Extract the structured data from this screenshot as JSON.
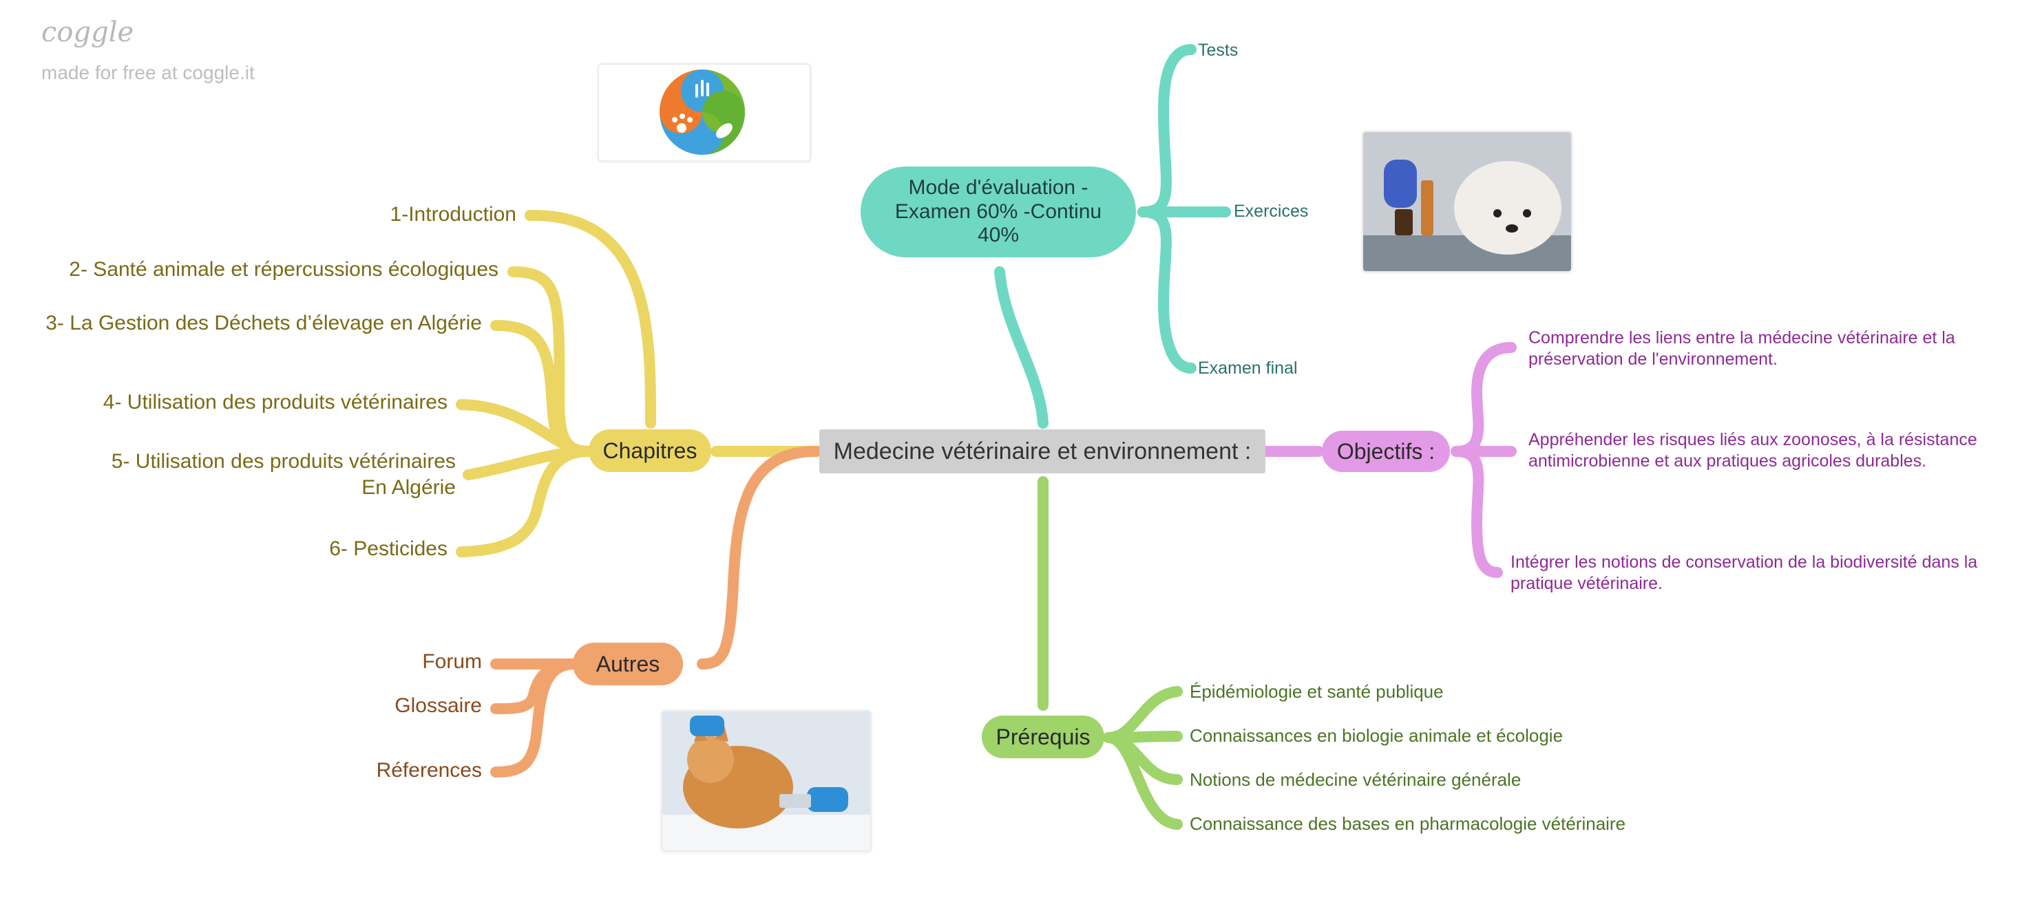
{
  "brand": {
    "name": "coggle",
    "tagline": "made for free at coggle.it"
  },
  "colors": {
    "chapitres": "#ebd663",
    "chapitres_text": "#7a6a17",
    "eval": "#6fd8c3",
    "eval_text": "#27736a",
    "objectifs": "#e29ae6",
    "objectifs_text": "#8e2a96",
    "prerequis": "#9ed46a",
    "prerequis_text": "#4b7424",
    "autres": "#f1a36d",
    "autres_text": "#8a4a1e",
    "center": "#cfcfcf"
  },
  "central": {
    "label": "Medecine vétérinaire et environnement :"
  },
  "evaluation": {
    "label": "Mode d'évaluation - Examen 60% -Continu 40%",
    "items": [
      "Tests",
      "Exercices",
      "Examen final"
    ]
  },
  "chapitres": {
    "label": "Chapitres",
    "items": [
      "1-Introduction",
      "2- Santé animale et répercussions écologiques",
      "3- La Gestion des Déchets d’élevage en Algérie",
      "4- Utilisation des produits vétérinaires",
      "5- Utilisation des produits vétérinaires En Algérie",
      "6- Pesticides"
    ]
  },
  "objectifs": {
    "label": "Objectifs :",
    "items": [
      "Comprendre les liens entre la médecine vétérinaire et la préservation de l'environnement.",
      "Appréhender les risques liés aux zoonoses, à la résistance antimicrobienne et aux pratiques agricoles durables.",
      "Intégrer les notions de conservation de la biodiversité dans la pratique vétérinaire."
    ]
  },
  "prerequis": {
    "label": "Prérequis",
    "items": [
      "Épidémiologie et santé publique",
      "Connaissances en biologie animale et écologie",
      "Notions de médecine vétérinaire générale",
      "Connaissance des bases en pharmacologie vétérinaire"
    ]
  },
  "autres": {
    "label": "Autres",
    "items": [
      "Forum",
      "Glossaire",
      "Réferences"
    ]
  },
  "images": {
    "logo": "one-health-logo-icon",
    "dog": "vet-dog-photo-icon",
    "cat": "vet-cat-photo-icon"
  }
}
